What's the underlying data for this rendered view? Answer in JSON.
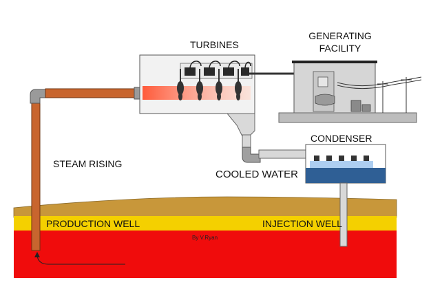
{
  "labels": {
    "turbines": "TURBINES",
    "generating_facility_line1": "GENERATING",
    "generating_facility_line2": "FACILITY",
    "condenser": "CONDENSER",
    "steam_rising": "STEAM RISING",
    "cooled_water": "COOLED WATER",
    "production_well": "PRODUCTION WELL",
    "injection_well": "INJECTION WELL",
    "credit": "By V.Ryan"
  },
  "colors": {
    "hot_rock": "#f00c0c",
    "warm_layer": "#f4d000",
    "topsoil": "#c8973a",
    "steam_pipe": "#c8652e",
    "cold_pipe": "#d8d8d8",
    "water": "#2f5f95",
    "building": "#d6d6d6"
  },
  "icons": [
    "turbine-icon",
    "pylon-icon",
    "spray-nozzle-icon",
    "pipe-elbow-icon",
    "flow-arrow-icon"
  ]
}
